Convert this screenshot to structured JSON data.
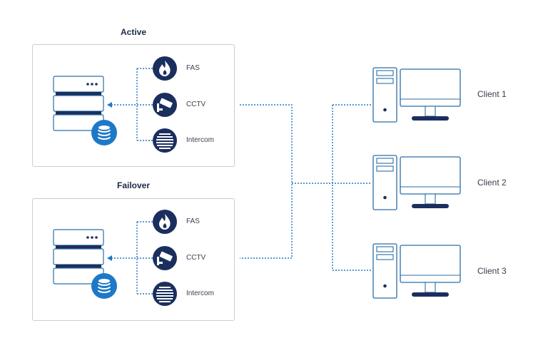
{
  "groups": [
    {
      "title": "Active",
      "services": [
        "FAS",
        "CCTV",
        "Intercom"
      ]
    },
    {
      "title": "Failover",
      "services": [
        "FAS",
        "CCTV",
        "Intercom"
      ]
    }
  ],
  "clients": [
    "Client 1",
    "Client 2",
    "Client 3"
  ],
  "colors": {
    "navy": "#1b2f5e",
    "blue": "#1e78c8",
    "outline": "#2b6ea8",
    "panel_border": "#c9cdd4"
  },
  "icons": {
    "FAS": "flame-icon",
    "CCTV": "camera-icon",
    "Intercom": "speaker-grille-icon"
  }
}
